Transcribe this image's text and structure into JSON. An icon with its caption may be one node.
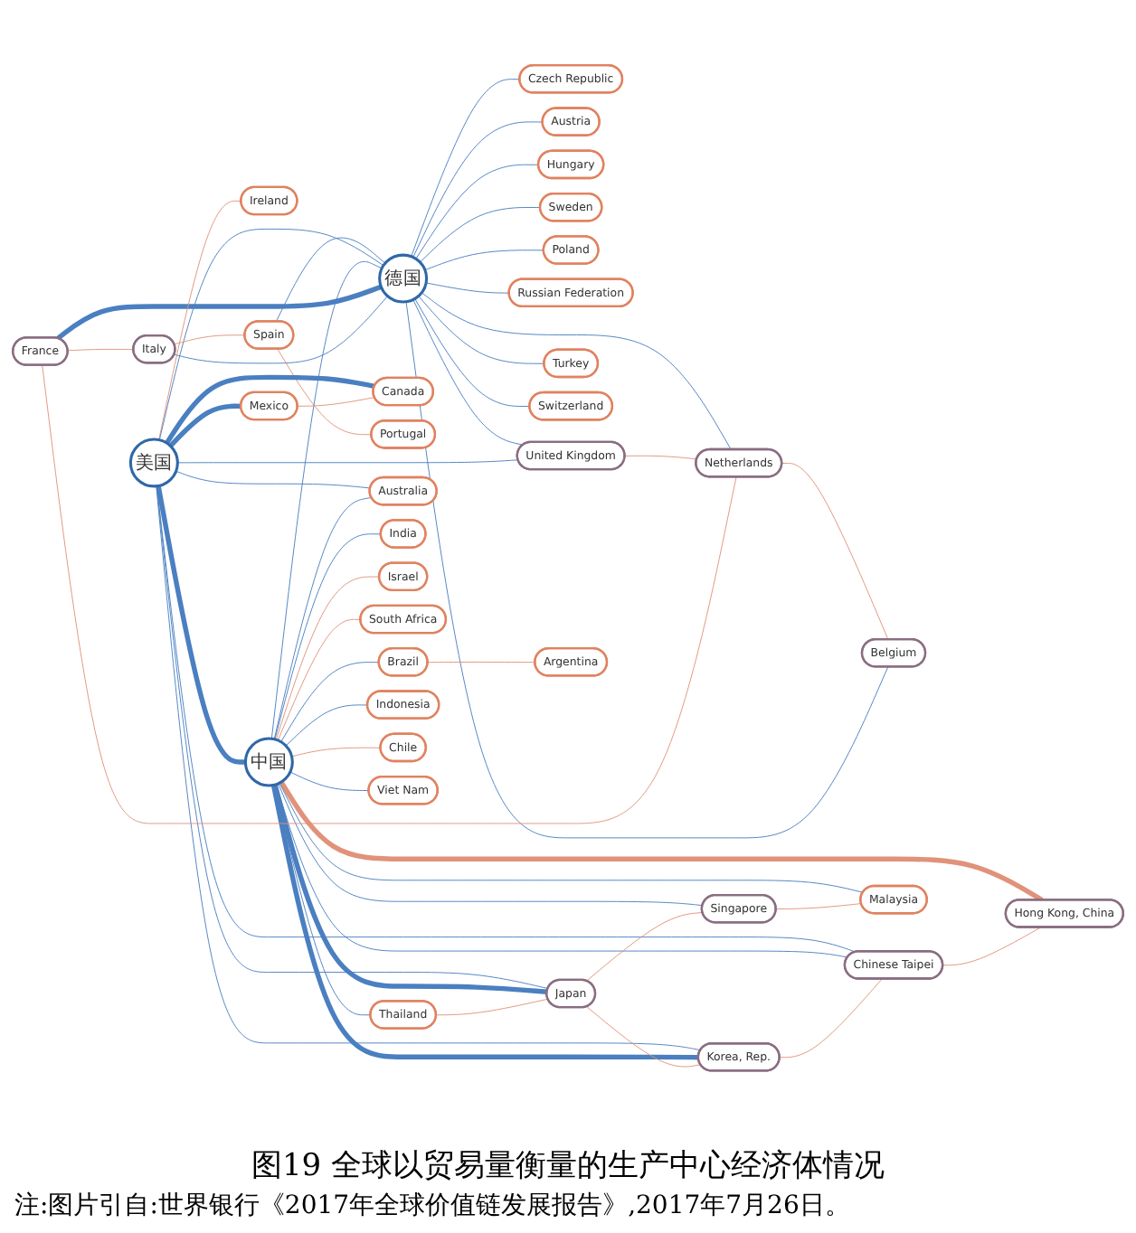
{
  "diagram": {
    "caption": "图19 全球以贸易量衡量的生产中心经济体情况",
    "nodes": [
      {
        "text": [
          "Czech Republic"
        ]
      },
      {
        "text": [
          "Austria"
        ]
      },
      {
        "text": [
          "Hungary"
        ]
      },
      {
        "text": [
          "Sweden"
        ]
      },
      {
        "text": [
          "Poland"
        ]
      },
      {
        "text": [
          "Ireland"
        ]
      },
      {
        "text": [
          "France"
        ]
      },
      {
        "text": [
          "Netherlands"
        ]
      },
      {
        "text": [
          "Russian Federation"
        ]
      },
      {
        "text": [
          "Italy"
        ]
      },
      {
        "text": [
          "United Kingdom"
        ]
      },
      {
        "text": [
          "德国"
        ]
      },
      {
        "text": [
          "Belgium"
        ]
      },
      {
        "text": [
          "Canada"
        ]
      },
      {
        "text": [
          "Turkey"
        ]
      },
      {
        "text": [
          "Switzerland"
        ]
      },
      {
        "text": [
          "Mexico"
        ]
      },
      {
        "text": [
          "美国"
        ]
      },
      {
        "text": [
          "Spain"
        ]
      },
      {
        "text": [
          "Korea, Rep."
        ]
      },
      {
        "text": [
          "Portugal"
        ]
      },
      {
        "text": [
          "中国"
        ]
      },
      {
        "text": [
          "Brazil"
        ]
      },
      {
        "text": [
          "Chinese Taipei"
        ]
      },
      {
        "text": [
          "Japan"
        ]
      },
      {
        "text": [
          "Singapore"
        ]
      },
      {
        "text": [
          "Hong Kong, China"
        ]
      },
      {
        "text": [
          "Australia"
        ]
      },
      {
        "text": [
          "India"
        ]
      },
      {
        "text": [
          "Israel"
        ]
      },
      {
        "text": [
          "South Africa"
        ]
      },
      {
        "text": [
          "Thailand"
        ]
      },
      {
        "text": [
          "Malaysia"
        ]
      },
      {
        "text": [
          "Indonesia"
        ]
      },
      {
        "text": [
          "Argentina"
        ]
      },
      {
        "text": [
          "Chile"
        ]
      },
      {
        "text": [
          "Viet Nam"
        ]
      }
    ],
    "edges": [
      {
        "from": 11,
        "to": 0,
        "arrow": "none",
        "color": "#4a7fc1"
      },
      {
        "from": 11,
        "to": 1,
        "arrow": "none",
        "color": "#4a7fc1"
      },
      {
        "from": 11,
        "to": 2,
        "arrow": "none",
        "color": "#4a7fc1"
      },
      {
        "from": 11,
        "to": 3,
        "arrow": "none",
        "color": "#4a7fc1"
      },
      {
        "from": 11,
        "to": 4,
        "arrow": "none",
        "color": "#4a7fc1"
      },
      {
        "from": 11,
        "to": 6,
        "arrow": "none",
        "style": "thick",
        "color": "#4a7fc1"
      },
      {
        "from": 11,
        "to": 7,
        "arrow": "none",
        "color": "#4a7fc1"
      },
      {
        "from": 11,
        "to": 9,
        "arrow": "none",
        "color": "#4a7fc1"
      },
      {
        "from": 11,
        "to": 10,
        "arrow": "none",
        "color": "#4a7fc1"
      },
      {
        "from": 12,
        "to": 11,
        "arrow": "none",
        "color": "#4a7fc1"
      },
      {
        "from": 11,
        "to": 15,
        "arrow": "none",
        "color": "#4a7fc1"
      },
      {
        "from": 18,
        "to": 11,
        "arrow": "none",
        "color": "#4a7fc1"
      },
      {
        "from": 11,
        "to": 8,
        "arrow": "none",
        "color": "#4a7fc1"
      },
      {
        "from": 11,
        "to": 14,
        "arrow": "none",
        "color": "#4a7fc1"
      },
      {
        "from": 18,
        "to": 20,
        "arrow": "none",
        "color": "#e0927a"
      },
      {
        "from": 17,
        "to": 13,
        "arrow": "none",
        "style": "thick",
        "color": "#4a7fc1"
      },
      {
        "from": 17,
        "to": 16,
        "arrow": "none",
        "style": "thick",
        "color": "#4a7fc1"
      },
      {
        "from": 17,
        "to": 5,
        "arrow": "none",
        "color": "#e0927a"
      },
      {
        "from": 17,
        "to": 10,
        "arrow": "none",
        "color": "#4a7fc1"
      },
      {
        "from": 17,
        "to": 24,
        "arrow": "none",
        "color": "#4a7fc1"
      },
      {
        "from": 17,
        "to": 19,
        "arrow": "none",
        "color": "#4a7fc1"
      },
      {
        "from": 17,
        "to": 21,
        "arrow": "none",
        "style": "thick",
        "color": "#4a7fc1"
      },
      {
        "from": 17,
        "to": 11,
        "arrow": "none",
        "color": "#4a7fc1"
      },
      {
        "from": 17,
        "to": 23,
        "arrow": "none",
        "color": "#4a7fc1"
      },
      {
        "from": 17,
        "to": 27,
        "arrow": "none",
        "color": "#4a7fc1"
      },
      {
        "from": 21,
        "to": 19,
        "arrow": "none",
        "style": "thick",
        "color": "#4a7fc1"
      },
      {
        "from": 21,
        "to": 24,
        "arrow": "none",
        "style": "thick",
        "color": "#4a7fc1"
      },
      {
        "from": 21,
        "to": 26,
        "arrow": "none",
        "style": "thick",
        "color": "#e0927a"
      },
      {
        "from": 21,
        "to": 23,
        "arrow": "none",
        "color": "#4a7fc1"
      },
      {
        "from": 21,
        "to": 25,
        "arrow": "none",
        "color": "#4a7fc1"
      },
      {
        "from": 21,
        "to": 27,
        "arrow": "none",
        "color": "#4a7fc1"
      },
      {
        "from": 21,
        "to": 28,
        "arrow": "none",
        "color": "#4a7fc1"
      },
      {
        "from": 21,
        "to": 22,
        "arrow": "none",
        "color": "#4a7fc1"
      },
      {
        "from": 21,
        "to": 29,
        "arrow": "none",
        "color": "#e0927a"
      },
      {
        "from": 21,
        "to": 30,
        "arrow": "none",
        "color": "#e0927a"
      },
      {
        "from": 21,
        "to": 31,
        "arrow": "none",
        "color": "#4a7fc1"
      },
      {
        "from": 21,
        "to": 32,
        "arrow": "none",
        "color": "#4a7fc1"
      },
      {
        "from": 21,
        "to": 33,
        "arrow": "none",
        "color": "#4a7fc1"
      },
      {
        "from": 21,
        "to": 35,
        "arrow": "none",
        "color": "#e0927a"
      },
      {
        "from": 21,
        "to": 36,
        "arrow": "none",
        "color": "#4a7fc1"
      },
      {
        "from": 21,
        "to": 11,
        "arrow": "none",
        "color": "#4a7fc1"
      },
      {
        "from": 22,
        "to": 34,
        "arrow": "none",
        "color": "#e0927a"
      },
      {
        "from": 7,
        "to": 6,
        "arrow": "none",
        "color": "#e0927a"
      },
      {
        "from": 6,
        "to": 9,
        "arrow": "none",
        "color": "#e0927a"
      },
      {
        "from": 7,
        "to": 12,
        "arrow": "none",
        "color": "#e0927a"
      },
      {
        "from": 10,
        "to": 7,
        "arrow": "none",
        "color": "#e0927a"
      },
      {
        "from": 9,
        "to": 18,
        "arrow": "none",
        "color": "#e0927a"
      },
      {
        "from": 24,
        "to": 19,
        "arrow": "none",
        "color": "#e0927a"
      },
      {
        "from": 24,
        "to": 25,
        "arrow": "none",
        "color": "#e0927a"
      },
      {
        "from": 31,
        "to": 24,
        "arrow": "none",
        "color": "#e0927a"
      },
      {
        "from": 25,
        "to": 32,
        "arrow": "none",
        "color": "#e0927a"
      },
      {
        "from": 23,
        "to": 26,
        "arrow": "none",
        "color": "#e0927a"
      },
      {
        "from": 19,
        "to": 23,
        "arrow": "none",
        "color": "#e0927a"
      },
      {
        "from": 16,
        "to": 13,
        "arrow": "none",
        "color": "#e0927a"
      }
    ],
    "labels": [
      "注:图片引自:世界银行《2017年全球价值链发展报告》,2017年7月26日。"
    ]
  }
}
